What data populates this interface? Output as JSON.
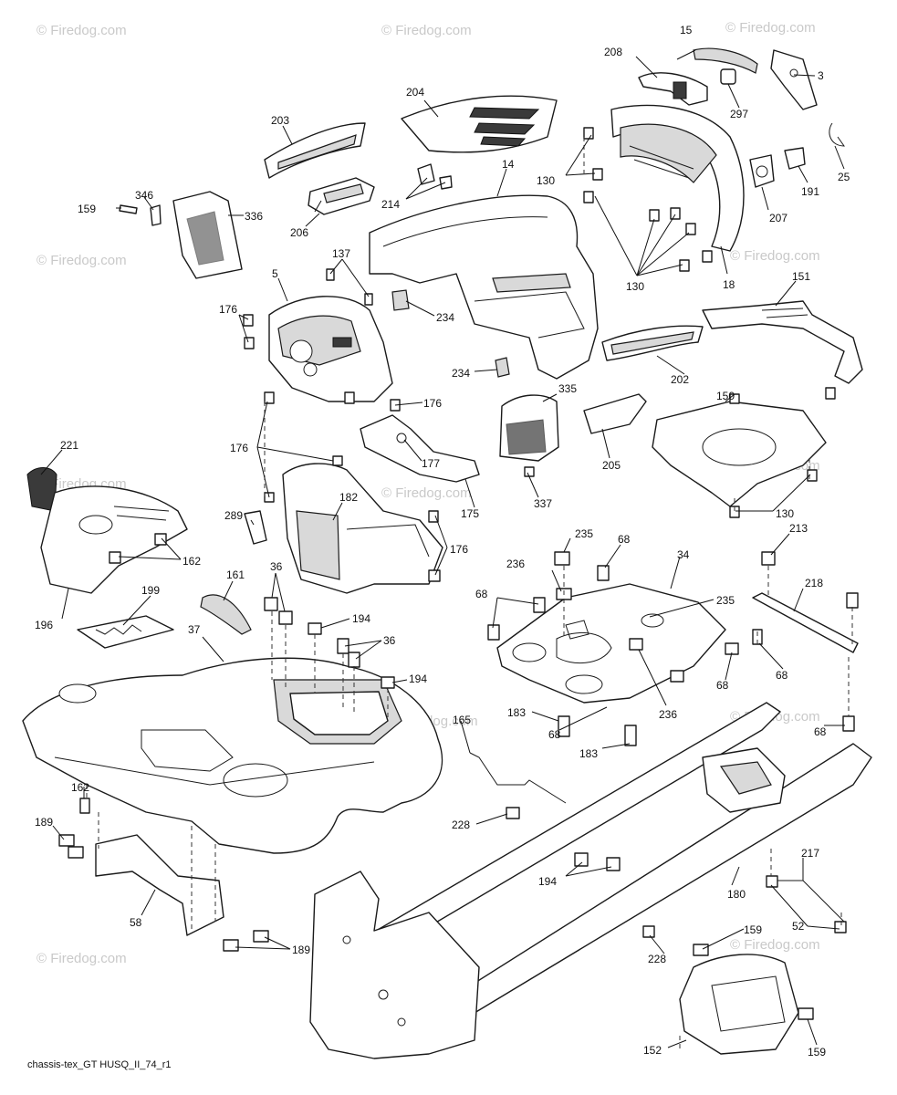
{
  "watermark_text": "© Firedog.com",
  "footer_code": "chassis-tex_GT HUSQ_II_74_r1",
  "callouts": [
    {
      "id": "c208",
      "label": "208"
    },
    {
      "id": "c15",
      "label": "15"
    },
    {
      "id": "c3",
      "label": "3"
    },
    {
      "id": "c297",
      "label": "297"
    },
    {
      "id": "c204",
      "label": "204"
    },
    {
      "id": "c203",
      "label": "203"
    },
    {
      "id": "c130a",
      "label": "130"
    },
    {
      "id": "c25",
      "label": "25"
    },
    {
      "id": "c191",
      "label": "191"
    },
    {
      "id": "c207",
      "label": "207"
    },
    {
      "id": "c14",
      "label": "14"
    },
    {
      "id": "c346",
      "label": "346"
    },
    {
      "id": "c336",
      "label": "336"
    },
    {
      "id": "c214",
      "label": "214"
    },
    {
      "id": "c206",
      "label": "206"
    },
    {
      "id": "c159a",
      "label": "159"
    },
    {
      "id": "c130b",
      "label": "130"
    },
    {
      "id": "c18",
      "label": "18"
    },
    {
      "id": "c151",
      "label": "151"
    },
    {
      "id": "c137",
      "label": "137"
    },
    {
      "id": "c5",
      "label": "5"
    },
    {
      "id": "c176a",
      "label": "176"
    },
    {
      "id": "c234a",
      "label": "234"
    },
    {
      "id": "c202",
      "label": "202"
    },
    {
      "id": "c150",
      "label": "150"
    },
    {
      "id": "c234b",
      "label": "234"
    },
    {
      "id": "c335",
      "label": "335"
    },
    {
      "id": "c176b",
      "label": "176"
    },
    {
      "id": "c221",
      "label": "221"
    },
    {
      "id": "c176c",
      "label": "176"
    },
    {
      "id": "c177",
      "label": "177"
    },
    {
      "id": "c205",
      "label": "205"
    },
    {
      "id": "c182",
      "label": "182"
    },
    {
      "id": "c337",
      "label": "337"
    },
    {
      "id": "c175",
      "label": "175"
    },
    {
      "id": "c130c",
      "label": "130"
    },
    {
      "id": "c289",
      "label": "289"
    },
    {
      "id": "c235a",
      "label": "235"
    },
    {
      "id": "c68a",
      "label": "68"
    },
    {
      "id": "c213",
      "label": "213"
    },
    {
      "id": "c162a",
      "label": "162"
    },
    {
      "id": "c176d",
      "label": "176"
    },
    {
      "id": "c236a",
      "label": "236"
    },
    {
      "id": "c34",
      "label": "34"
    },
    {
      "id": "c161",
      "label": "161"
    },
    {
      "id": "c36a",
      "label": "36"
    },
    {
      "id": "c218",
      "label": "218"
    },
    {
      "id": "c68b",
      "label": "68"
    },
    {
      "id": "c235b",
      "label": "235"
    },
    {
      "id": "c196",
      "label": "196"
    },
    {
      "id": "c199",
      "label": "199"
    },
    {
      "id": "c194a",
      "label": "194"
    },
    {
      "id": "c37",
      "label": "37"
    },
    {
      "id": "c36b",
      "label": "36"
    },
    {
      "id": "c68c",
      "label": "68"
    },
    {
      "id": "c68d",
      "label": "68"
    },
    {
      "id": "c194b",
      "label": "194"
    },
    {
      "id": "c236b",
      "label": "236"
    },
    {
      "id": "c183a",
      "label": "183"
    },
    {
      "id": "c68e",
      "label": "68"
    },
    {
      "id": "c165",
      "label": "165"
    },
    {
      "id": "c68f",
      "label": "68"
    },
    {
      "id": "c183b",
      "label": "183"
    },
    {
      "id": "c162b",
      "label": "162"
    },
    {
      "id": "c189a",
      "label": "189"
    },
    {
      "id": "c228a",
      "label": "228"
    },
    {
      "id": "c217",
      "label": "217"
    },
    {
      "id": "c194c",
      "label": "194"
    },
    {
      "id": "c180",
      "label": "180"
    },
    {
      "id": "c58",
      "label": "58"
    },
    {
      "id": "c52",
      "label": "52"
    },
    {
      "id": "c159b",
      "label": "159"
    },
    {
      "id": "c189b",
      "label": "189"
    },
    {
      "id": "c228b",
      "label": "228"
    },
    {
      "id": "c152",
      "label": "152"
    },
    {
      "id": "c159c",
      "label": "159"
    }
  ]
}
